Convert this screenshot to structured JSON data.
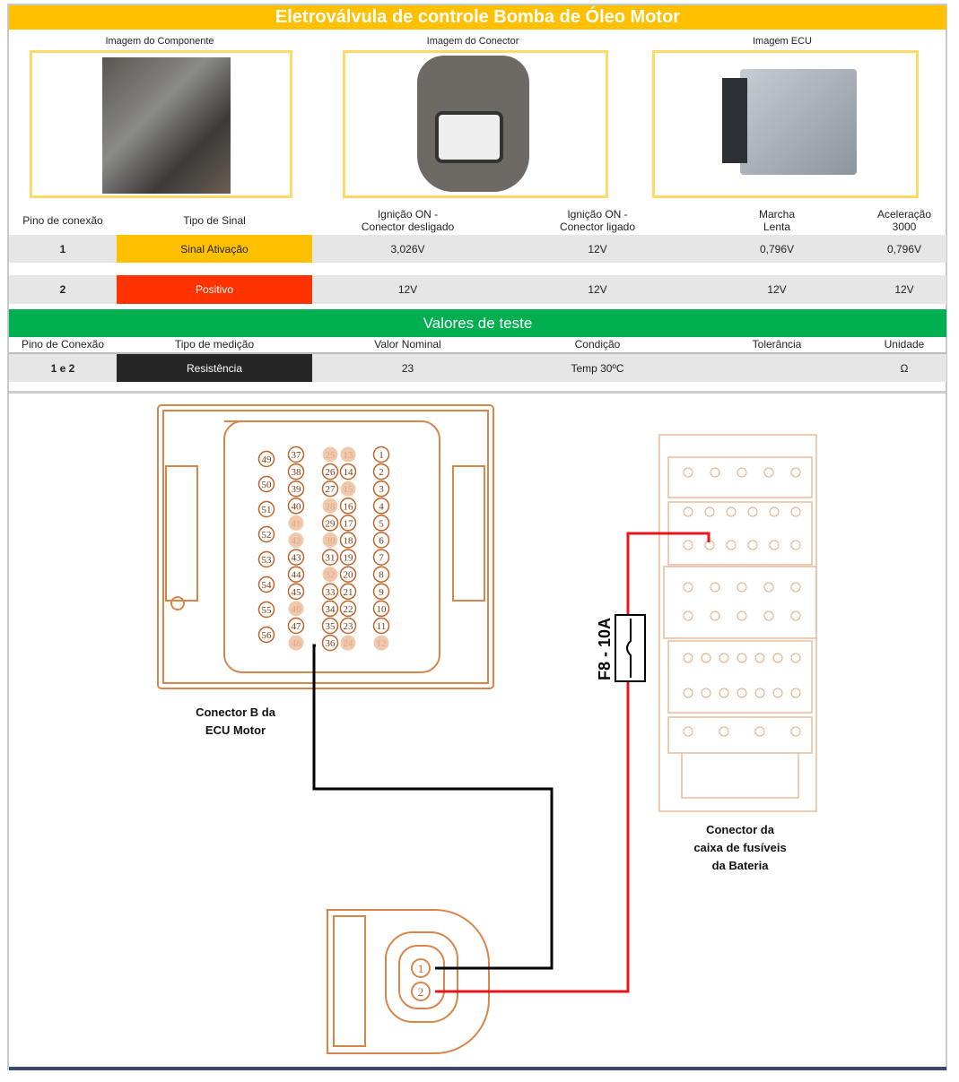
{
  "title": "Eletroválvula de controle Bomba de Óleo Motor",
  "images": {
    "component": "Imagem do Componente",
    "connector": "Imagem do Conector",
    "ecu": "Imagem ECU"
  },
  "signal_table": {
    "headers": [
      "Pino de conexão",
      "Tipo de Sinal",
      "Ignição ON -\nConector desligado",
      "Ignição ON -\nConector ligado",
      "Marcha\nLenta",
      "Aceleração\n3000"
    ],
    "rows": [
      {
        "pin": "1",
        "type": "Sinal Ativação",
        "type_color": "#ffc000",
        "v1": "3,026V",
        "v2": "12V",
        "v3": "0,796V",
        "v4": "0,796V"
      },
      {
        "pin": "2",
        "type": "Positivo",
        "type_color": "#ff3300",
        "v1": "12V",
        "v2": "12V",
        "v3": "12V",
        "v4": "12V"
      }
    ]
  },
  "test_values": {
    "title": "Valores de teste",
    "headers": [
      "Pino de Conexão",
      "Tipo de medição",
      "Valor Nominal",
      "Condição",
      "Tolerância",
      "Unidade"
    ],
    "row": {
      "pin": "1 e 2",
      "type": "Resistência",
      "nominal": "23",
      "condition": "Temp 30ºC",
      "tolerance": "",
      "unit": "Ω"
    }
  },
  "diagram": {
    "ecu_label": "Conector B da\nECU Motor",
    "fuse_label": "Conector da\ncaixa de fusíveis\nda Bateria",
    "fuse": "F8 - 10A",
    "component_pins": [
      "1",
      "2"
    ],
    "faded_pins": [
      12,
      13,
      15,
      24,
      25,
      28,
      30,
      32,
      41,
      42,
      46,
      48
    ],
    "wire_colors": {
      "signal": "#000000",
      "positive": "#e8141b"
    }
  }
}
